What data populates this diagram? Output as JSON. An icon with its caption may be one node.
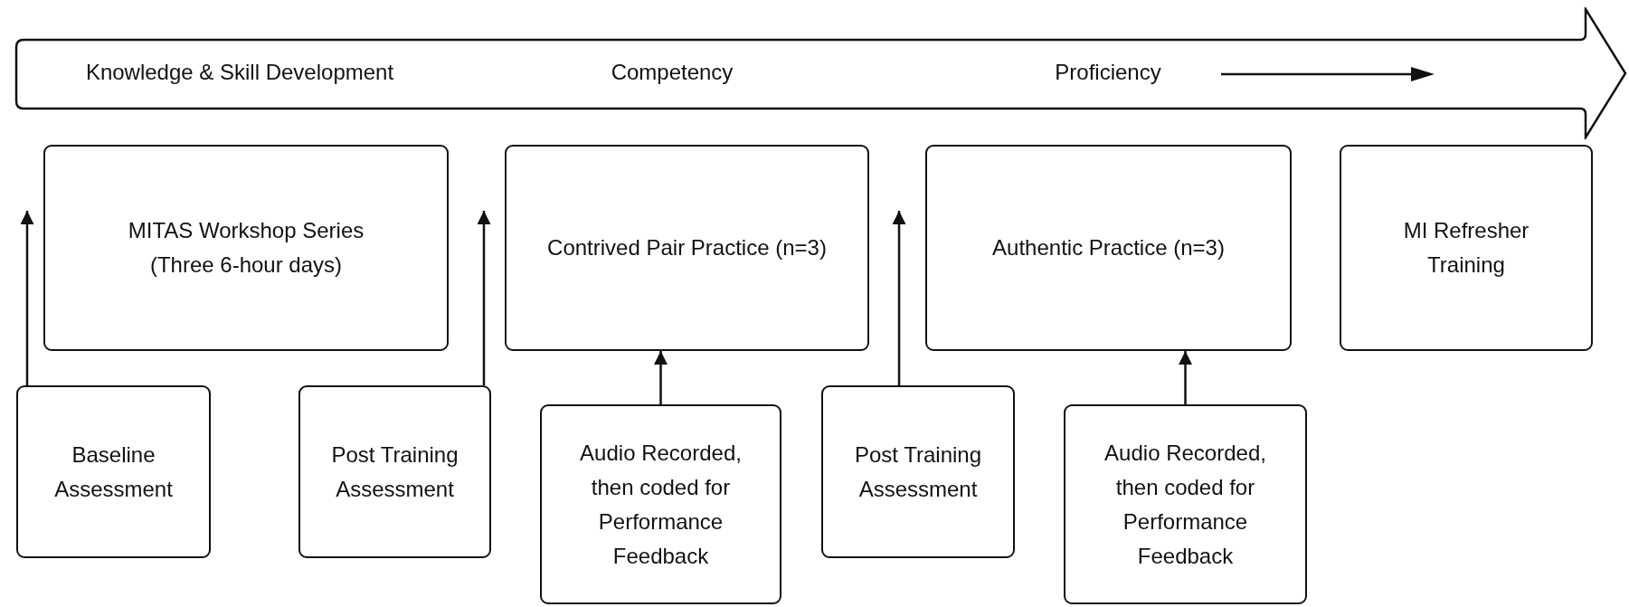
{
  "diagram": {
    "nodes": [
      {
        "text": [
          "Knowledge & Skill Development",
          "Competency",
          "Proficiency"
        ]
      },
      {
        "text": [
          "MITAS Workshop Series (Three 6-hour days)"
        ]
      },
      {
        "text": [
          "Contrived Pair Practice (n=3)"
        ]
      },
      {
        "text": [
          "Authentic Practice (n=3)"
        ]
      },
      {
        "text": [
          "MI Refresher Training"
        ]
      },
      {
        "text": [
          "Baseline Assessment"
        ]
      },
      {
        "text": [
          "Post Training Assessment"
        ]
      },
      {
        "text": [
          "Audio Recorded, then coded for Performance Feedback"
        ]
      },
      {
        "text": [
          "Post Training Assessment"
        ]
      },
      {
        "text": [
          "Audio Recorded, then coded for Performance Feedback"
        ]
      }
    ],
    "edges": [
      {
        "from": 5,
        "to": 1,
        "arrow": "to"
      },
      {
        "from": 6,
        "to": 2,
        "arrow": "to"
      },
      {
        "from": 7,
        "to": 2,
        "arrow": "to"
      },
      {
        "from": 8,
        "to": 3,
        "arrow": "to"
      },
      {
        "from": 9,
        "to": 3,
        "arrow": "to"
      }
    ]
  }
}
